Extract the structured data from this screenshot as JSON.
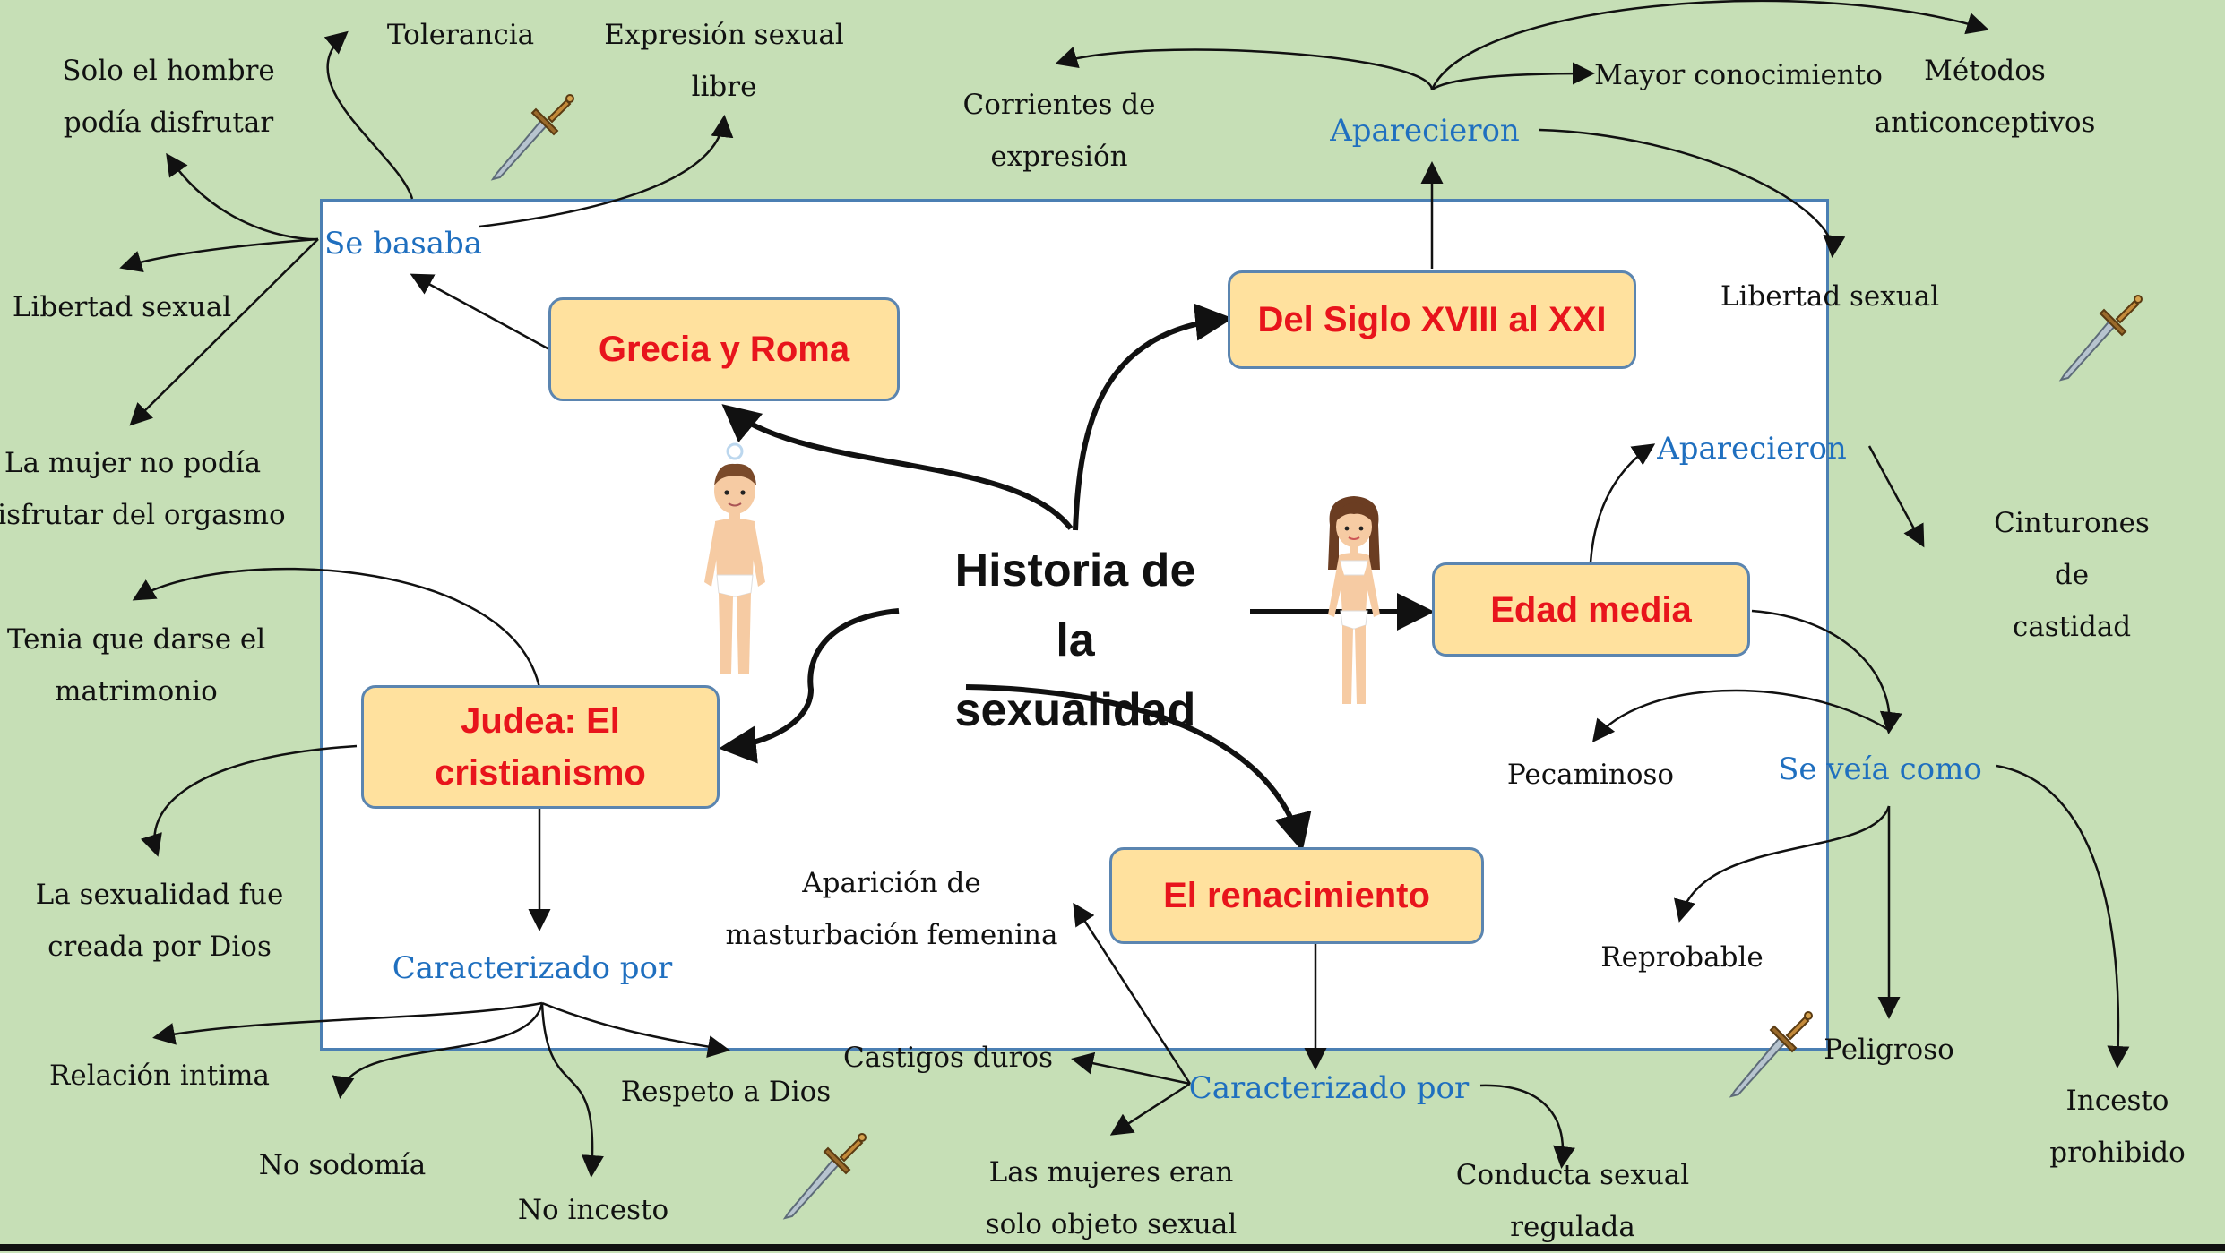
{
  "central": "Historia de la\nsexualidad",
  "nodes": {
    "grecia": "Grecia y Roma",
    "siglo": "Del Siglo XVIII al XXI",
    "edad_media": "Edad media",
    "judea": "Judea: El\ncristianismo",
    "renacimiento": "El renacimiento"
  },
  "connectors": {
    "se_basaba": "Se basaba",
    "aparecieron_top": "Aparecieron",
    "aparecieron_mid": "Aparecieron",
    "se_veia_como": "Se veía como",
    "caracterizado_judea": "Caracterizado por",
    "caracterizado_renac": "Caracterizado por"
  },
  "labels": {
    "solo_hombre": "Solo el hombre\npodía disfrutar",
    "tolerancia": "Tolerancia",
    "expresion": "Expresión sexual\nlibre",
    "libertad_left": "Libertad sexual",
    "mujer_orgasmo": "La mujer no podía\ndisfrutar del orgasmo",
    "matrimonio": "Tenia que darse el\nmatrimonio",
    "creada_dios": "La sexualidad fue\ncreada por Dios",
    "relacion": "Relación intima",
    "sodomia": "No sodomía",
    "incesto_no": "No incesto",
    "respeto": "Respeto a Dios",
    "corrientes": "Corrientes de\nexpresión",
    "mayor": "Mayor conocimiento",
    "metodos": "Métodos\nanticonceptivos",
    "libertad_right": "Libertad sexual",
    "cinturones": "Cinturones de\ncastidad",
    "pecaminoso": "Pecaminoso",
    "reprobable": "Reprobable",
    "peligroso": "Peligroso",
    "incesto_prohibido": "Incesto\nprohibido",
    "aparicion": "Aparición de\nmasturbación femenina",
    "castigos": "Castigos duros",
    "mujeres_objeto": "Las mujeres eran\nsolo objeto sexual",
    "conducta": "Conducta sexual\nregulada"
  },
  "colors": {
    "background": "#c6dfb6",
    "node_fill": "#ffe19e",
    "node_text": "#e8141c",
    "connector_text": "#1f6fbf",
    "panel_border": "#4b7fb3"
  },
  "icons": [
    "sword-icon",
    "male-figure-icon",
    "female-figure-icon"
  ]
}
